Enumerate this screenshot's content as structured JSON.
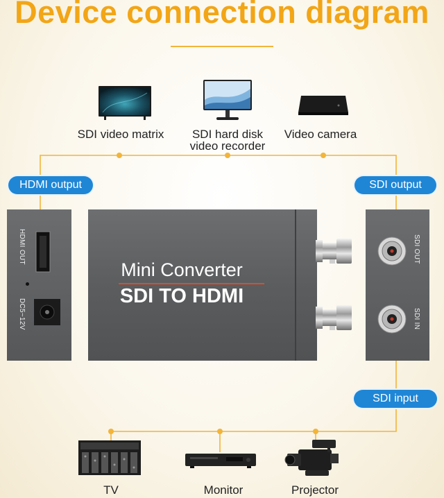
{
  "title": "Device connection diagram",
  "top_devices": [
    {
      "icon": "tv-icon",
      "label": "SDI video matrix"
    },
    {
      "icon": "monitor-icon",
      "label": "SDI hard disk\nvideo recorder"
    },
    {
      "icon": "settop-box-icon",
      "label": "Video camera"
    }
  ],
  "bottom_devices": [
    {
      "icon": "equipment-rack-icon",
      "label": "TV"
    },
    {
      "icon": "dvd-player-icon",
      "label": "Monitor"
    },
    {
      "icon": "camcorder-icon",
      "label": "Projector"
    }
  ],
  "pills": {
    "hdmi_output": "HDMI output",
    "sdi_output": "SDI output",
    "sdi_input": "SDI input"
  },
  "left_panel": {
    "hdmi_port": "HDMI OUT",
    "power_port": "DC5~12V"
  },
  "right_panel": {
    "sdi_out": "SDI OUT",
    "sdi_in": "SDI IN"
  },
  "converter": {
    "name": "Mini Converter",
    "model": "SDI TO HDMI"
  },
  "colors": {
    "title": "#f2a516",
    "accent_line": "#f2b43a",
    "pill": "#1f86d6",
    "device_body": "#5d5f61"
  }
}
